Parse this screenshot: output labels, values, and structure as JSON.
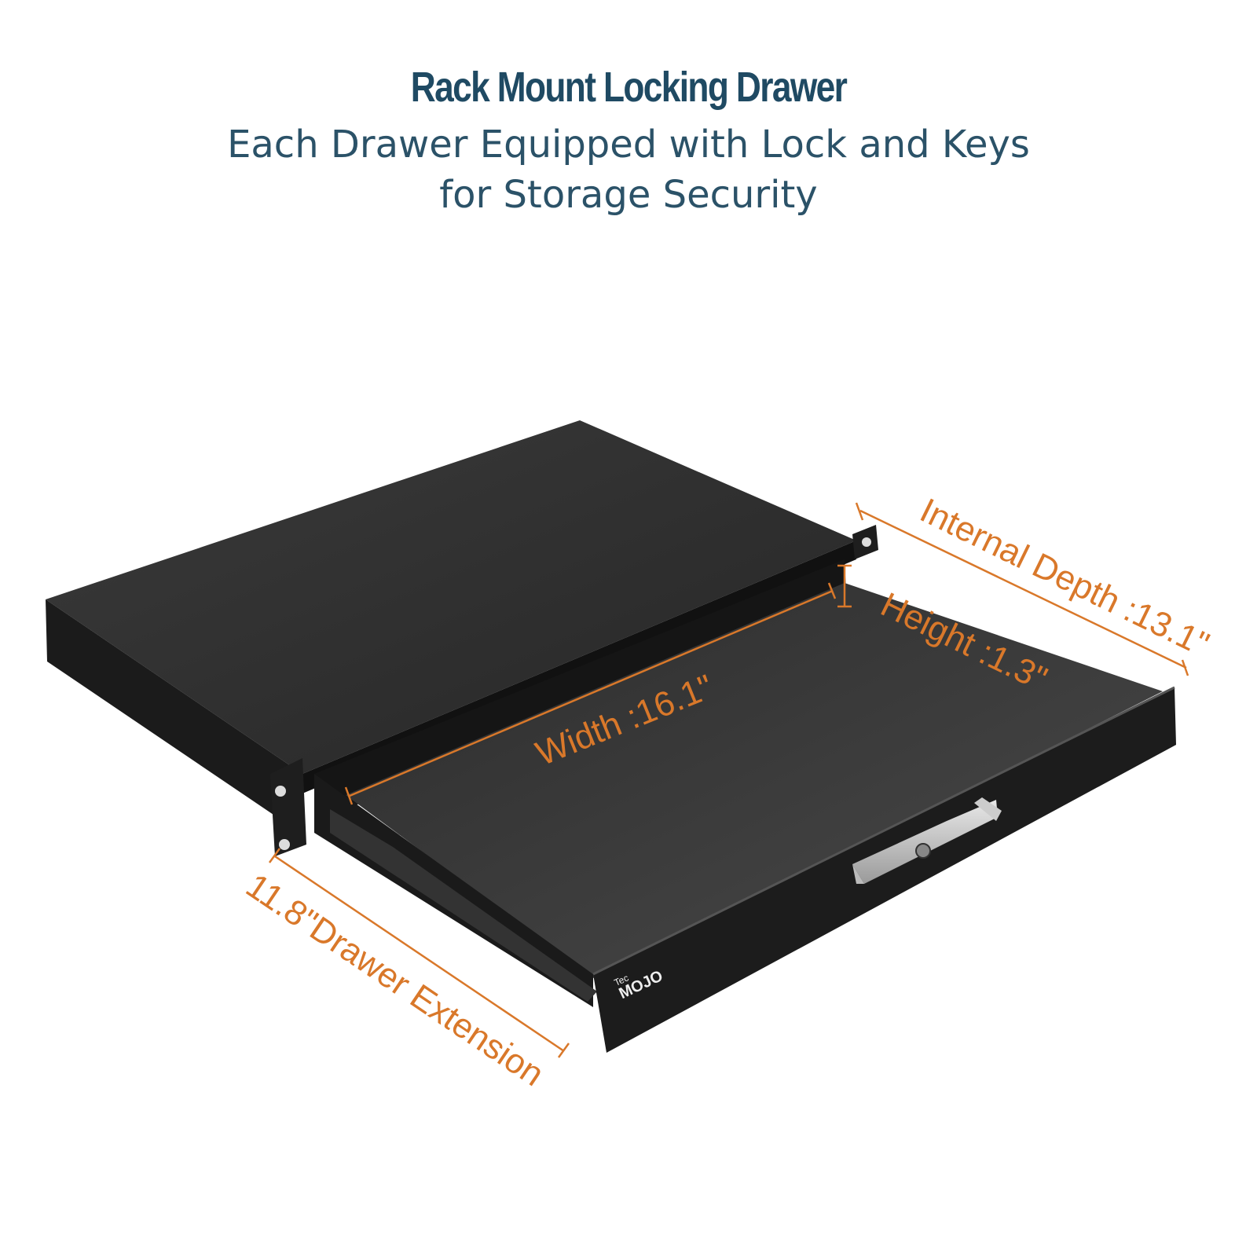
{
  "header": {
    "title": "Rack Mount Locking Drawer",
    "subtitle_line1": "Each Drawer Equipped with Lock and Keys",
    "subtitle_line2": "for Storage Security"
  },
  "dimensions": {
    "internal_depth": "Internal Depth :13.1\"",
    "height": "Height :1.3\"",
    "width": "Width :16.1\"",
    "extension": "11.8\"Drawer Extension"
  },
  "logo": {
    "small": "Tec",
    "main": "MOJO"
  },
  "colors": {
    "title": "#1f4a63",
    "dimension": "#d9782a",
    "metal": "#2a2a2a"
  }
}
